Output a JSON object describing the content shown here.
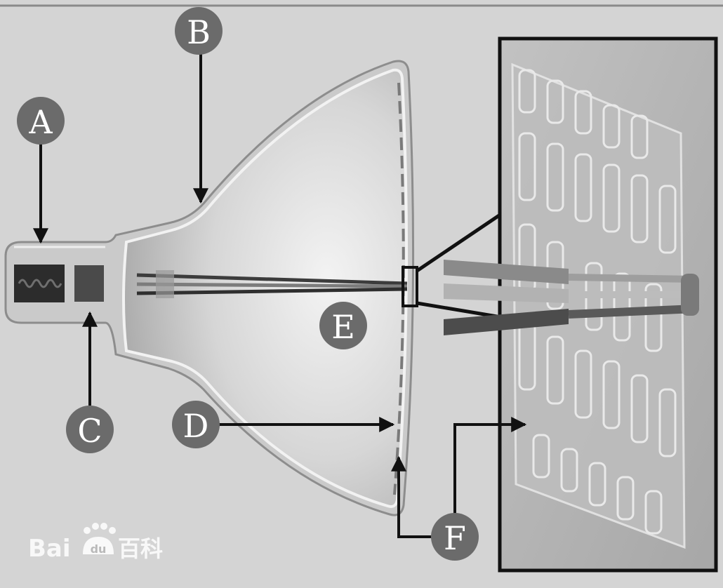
{
  "diagram": {
    "labels": {
      "A": "A",
      "B": "B",
      "C": "C",
      "D": "D",
      "E": "E",
      "F": "F"
    }
  },
  "watermark": {
    "brand": "Baidu",
    "product": "百科"
  }
}
